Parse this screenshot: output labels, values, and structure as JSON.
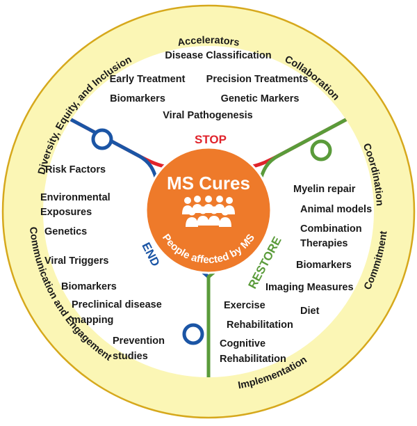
{
  "colors": {
    "ring_fill": "#FBF6B5",
    "ring_stroke": "#D6A81C",
    "stop": "#E0232B",
    "end": "#1B55A5",
    "restore": "#5A9B3A",
    "center": "#EE7A2A",
    "text": "#1a1a1a",
    "white": "#ffffff"
  },
  "outer_ring": {
    "accelerators": "Accelerators",
    "collaboration": "Collaboration",
    "coordination": "Coordination",
    "commitment": "Commitment",
    "implementation": "Implementation",
    "communication": "Communication and Engagement",
    "diversity": "Diversity, Equity, and Inclusion"
  },
  "center": {
    "title": "MS Cures",
    "subtitle": "People affected by MS",
    "icon": "people-group-icon"
  },
  "sections": {
    "stop": {
      "label": "STOP",
      "items": [
        "Disease Classification",
        "Early Treatment",
        "Precision Treatments",
        "Biomarkers",
        "Genetic Markers",
        "Viral Pathogenesis"
      ]
    },
    "end": {
      "label": "END",
      "items": [
        "Risk Factors",
        "Environmental",
        "Exposures",
        "Genetics",
        "Viral Triggers",
        "Biomarkers",
        "Preclinical disease",
        "mapping",
        "Prevention",
        "studies"
      ]
    },
    "restore": {
      "label": "RESTORE",
      "items": [
        "Myelin repair",
        "Animal models",
        "Combination",
        "Therapies",
        "Biomarkers",
        "Imaging Measures",
        "Exercise",
        "Diet",
        "Rehabilitation",
        "Cognitive",
        "Rehabilitation"
      ]
    }
  }
}
